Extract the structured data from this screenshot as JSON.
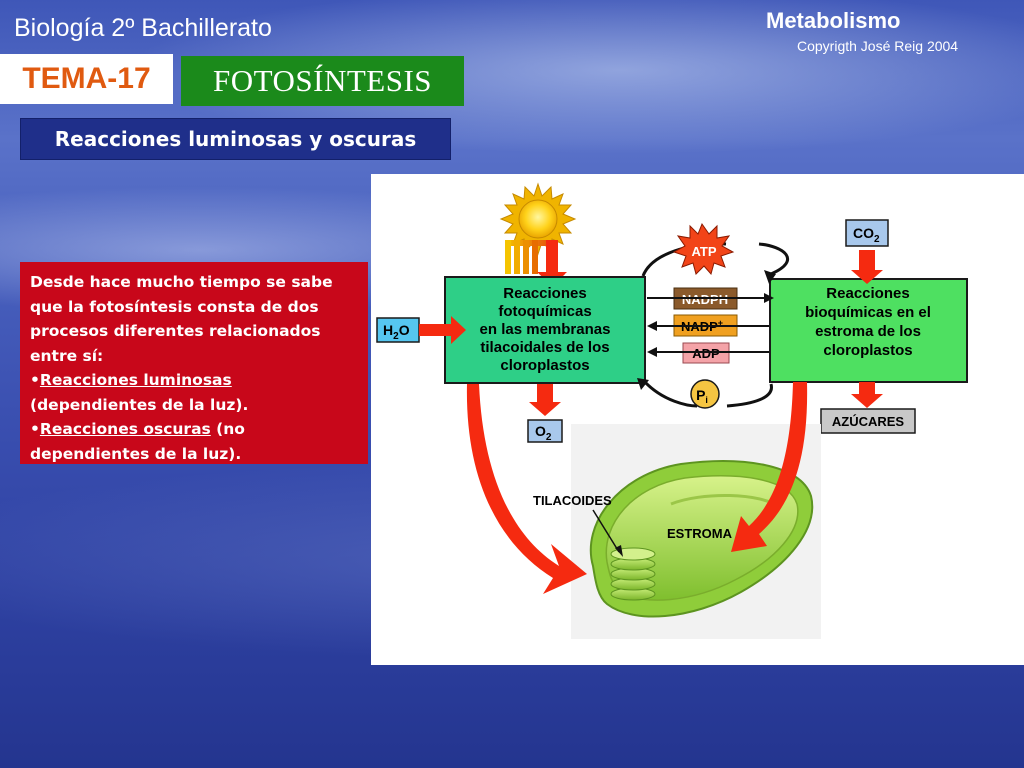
{
  "header": {
    "subject": "Biología 2º Bachillerato",
    "topic": "Metabolismo",
    "copyright": "Copyrigth José Reig 2004",
    "tema_label": "TEMA-17",
    "title": "FOTOSÍNTESIS"
  },
  "section": {
    "title": "Reacciones luminosas y oscuras"
  },
  "intro": {
    "paragraph": "Desde hace mucho tiempo se sabe que la fotosíntesis consta de dos procesos diferentes relacionados entre sí:",
    "bullet1_term": "Reacciones luminosas",
    "bullet1_rest": " (dependientes de la luz).",
    "bullet2_term": "Reacciones oscuras",
    "bullet2_rest": " (no dependientes de la luz)."
  },
  "diagram": {
    "photo_box": [
      "Reacciones",
      "fotoquímicas",
      "en las membranas",
      "tilacoidales de los",
      "cloroplastos"
    ],
    "bio_box": [
      "Reacciones",
      "bioquímicas en el",
      "estroma de los",
      "cloroplastos"
    ],
    "h2o": {
      "base": "H",
      "sub": "2",
      "tail": "O"
    },
    "co2": {
      "base": "CO",
      "sub": "2"
    },
    "o2": {
      "base": "O",
      "sub": "2"
    },
    "atp": "ATP",
    "nadph": "NADPH",
    "nadp": {
      "base": "NADP",
      "sup": "+"
    },
    "adp": "ADP",
    "pi": {
      "base": "P",
      "sub": "i"
    },
    "sugars": "AZÚCARES",
    "thylakoids": "TILACOIDES",
    "stroma": "ESTROMA",
    "colors": {
      "box_green": "#2ecf87",
      "bio_green": "#4ee061",
      "arrow_red": "#f52a10",
      "nadph_brown": "#8b5a2b",
      "nadp_orange": "#f0a020",
      "adp_pink": "#f4a3a8",
      "chloroplast_light": "#b9e35a",
      "chloroplast_dark": "#6fb02a"
    }
  }
}
